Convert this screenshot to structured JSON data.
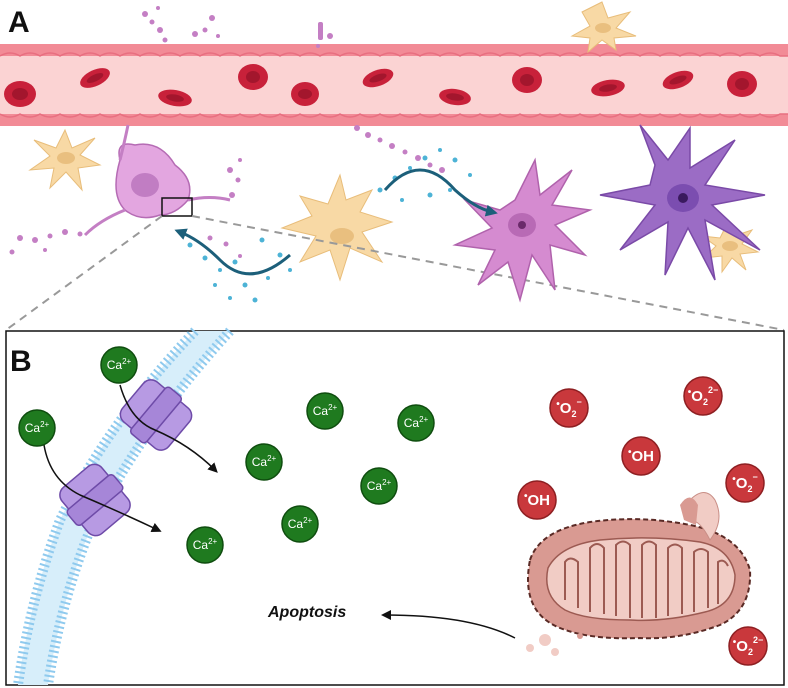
{
  "panel_a": {
    "label": "A"
  },
  "panel_b": {
    "label": "B"
  },
  "calcium_ions": [
    {
      "base": "Ca",
      "sup": "2+"
    },
    {
      "base": "Ca",
      "sup": "2+"
    },
    {
      "base": "Ca",
      "sup": "2+"
    },
    {
      "base": "Ca",
      "sup": "2+"
    },
    {
      "base": "Ca",
      "sup": "2+"
    },
    {
      "base": "Ca",
      "sup": "2+"
    },
    {
      "base": "Ca",
      "sup": "2+"
    },
    {
      "base": "Ca",
      "sup": "2+"
    }
  ],
  "ros": [
    {
      "dot": "•",
      "base": "O",
      "sub": "2",
      "sup": "−"
    },
    {
      "dot": "•",
      "base": "O",
      "sub": "2",
      "sup": "2−"
    },
    {
      "dot": "•",
      "base": "OH",
      "sub": "",
      "sup": ""
    },
    {
      "dot": "•",
      "base": "OH",
      "sub": "",
      "sup": ""
    },
    {
      "dot": "•",
      "base": "O",
      "sub": "2",
      "sup": "−"
    },
    {
      "dot": "•",
      "base": "O",
      "sub": "2",
      "sup": "2−"
    }
  ],
  "apoptosis_label": "Apoptosis",
  "colors": {
    "vessel_wall": "#f28b96",
    "vessel_lumen": "#fbd3d3",
    "rbc": "#c8213a",
    "calcium": "#1f7a1f",
    "ros": "#c9383c",
    "membrane": "#a9d8f2",
    "channel": "#b79ae3",
    "mitochondria": "#d99a92",
    "astrocyte": "#f8d9a5",
    "microglia": "#d58bd0",
    "neuron": "#9b6cc5",
    "arrow": "#1c5f7a"
  }
}
